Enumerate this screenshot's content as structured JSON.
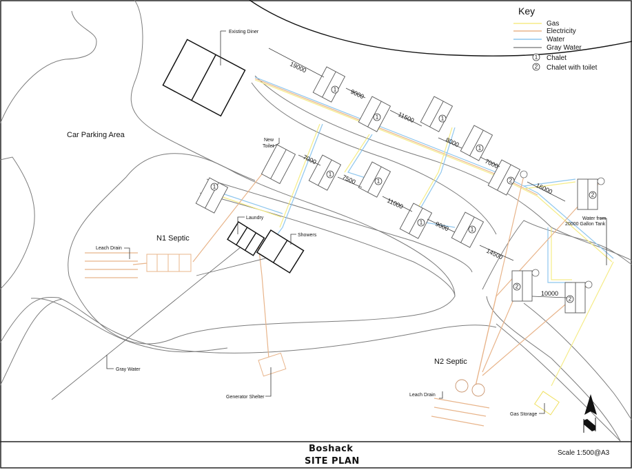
{
  "title": {
    "project": "Boshack",
    "sheet": "SITE PLAN",
    "scale": "Scale 1:500@A3"
  },
  "key": {
    "heading": "Key",
    "lines": [
      {
        "label": "Gas",
        "color": "#f5ec86"
      },
      {
        "label": "Electricity",
        "color": "#e8b48a"
      },
      {
        "label": "Water",
        "color": "#8ec6ee"
      },
      {
        "label": "Gray Water",
        "color": "#8a8a8a"
      }
    ],
    "symbols": [
      {
        "symbol": "1",
        "label": "Chalet"
      },
      {
        "symbol": "2",
        "label": "Chalet with toilet"
      }
    ]
  },
  "areas": {
    "car_parking": "Car Parking Area",
    "n1_septic": "N1 Septic",
    "n2_septic": "N2 Septic"
  },
  "labels": {
    "existing_diner": "Existing Diner",
    "new_toilet_line1": "New",
    "new_toilet_line2": "Toilet",
    "laundry": "Laundry",
    "showers": "Showers",
    "leach_drain_n1": "Leach Drain",
    "leach_drain_n2": "Leach Drain",
    "gray_water": "Gray Water",
    "generator_shelter": "Generator Shelter",
    "gas_storage": "Gas Storage",
    "water_tank_line1": "Water from",
    "water_tank_line2": "20000 Gallon Tank"
  },
  "dimensions": {
    "d19000": "19000",
    "d9000a": "9000",
    "d11500": "11500",
    "d8000": "8000",
    "d7000a": "7000",
    "d16000": "16000",
    "d7000b": "7000",
    "d7500": "7500",
    "d11000": "11000",
    "d9000b": "9000",
    "d14500": "14500",
    "d10000": "10000"
  },
  "chalets": {
    "c1": "1",
    "c2": "1",
    "c3": "1",
    "c4": "1",
    "c5": "2",
    "c6": "1",
    "c7": "1",
    "c8": "1",
    "c9": "1",
    "c10": "1",
    "c11": "2",
    "c12": "2",
    "c13": "2"
  }
}
